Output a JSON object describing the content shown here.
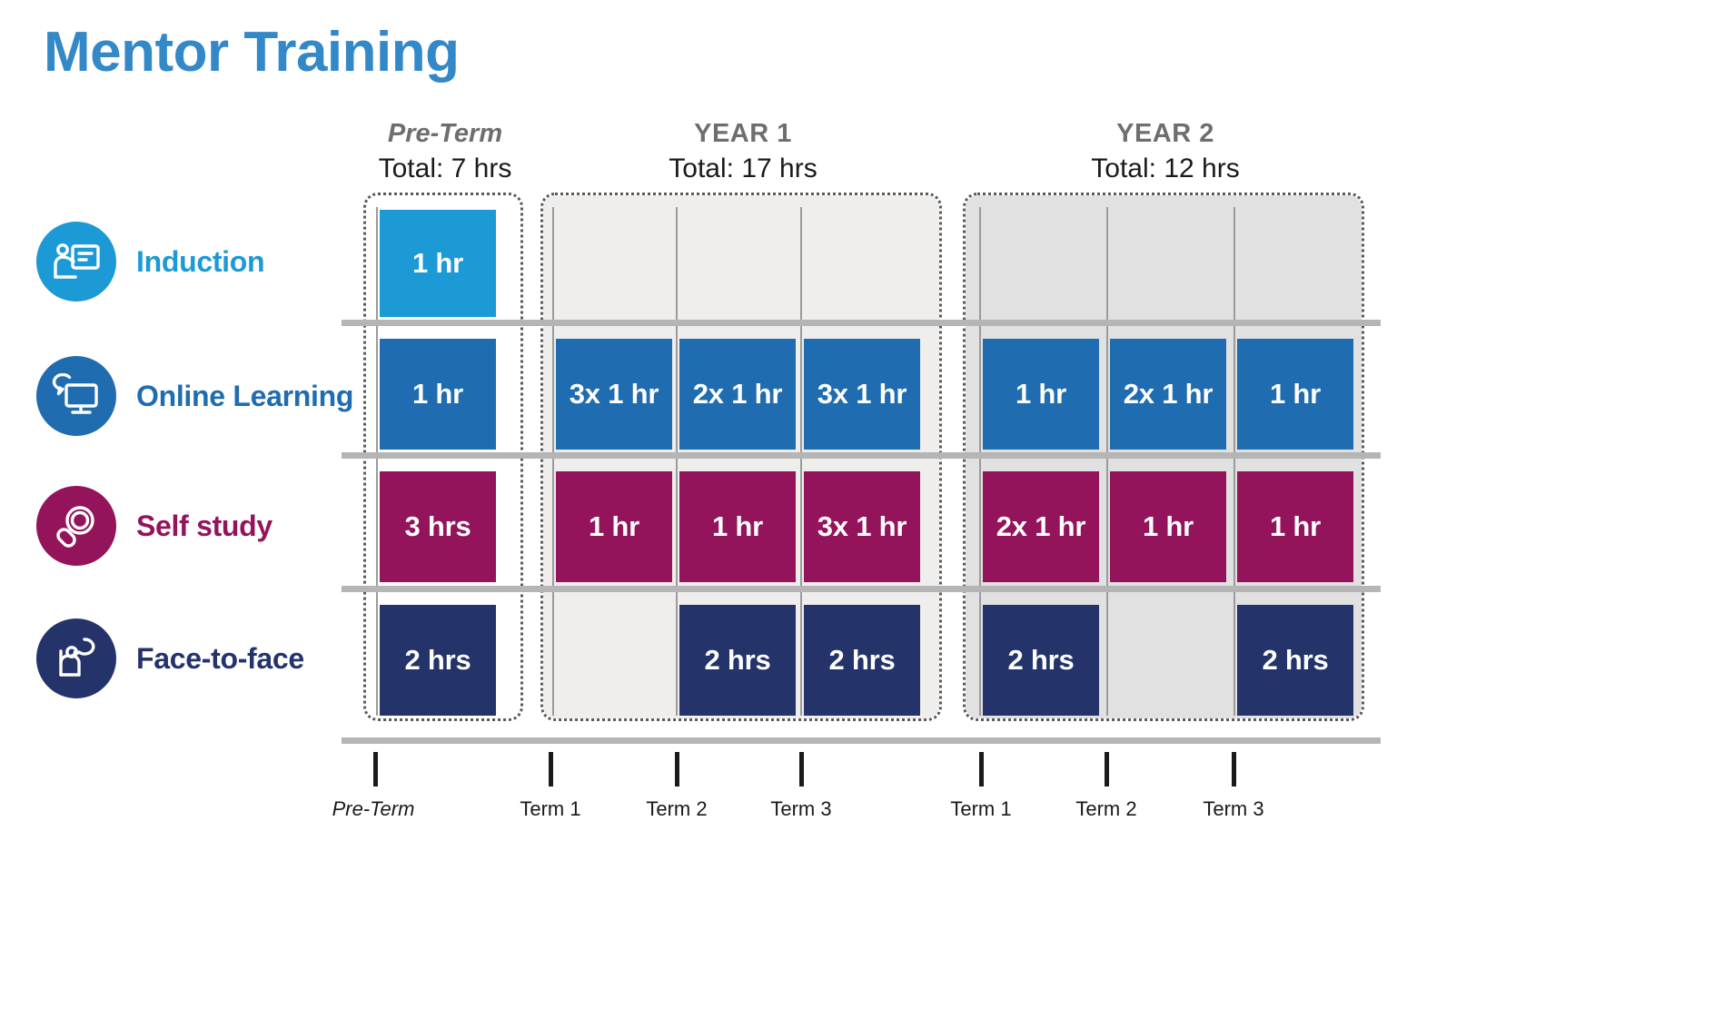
{
  "title": "Mentor Training",
  "colors": {
    "title": "#3388c8",
    "induction": "#1b9ad6",
    "online_learning": "#1f6cb0",
    "self_study": "#94145c",
    "face_to_face": "#24346b",
    "panel_light": "#efeeec",
    "panel_dark": "#e2e1e1",
    "rule": "#b5b5b5",
    "dotted_border": "#5a5a5a",
    "header_grey": "#6e6e6e"
  },
  "periods": [
    {
      "name": "Pre-Term",
      "total": "Total: 7 hrs",
      "italic": true
    },
    {
      "name": "YEAR 1",
      "total": "Total: 17 hrs",
      "italic": false
    },
    {
      "name": "YEAR 2",
      "total": "Total: 12 hrs",
      "italic": false
    }
  ],
  "categories": [
    {
      "label": "Induction",
      "icon": "presenter-board-icon",
      "color": "#1b9ad6"
    },
    {
      "label": "Online Learning",
      "icon": "monitor-speech-bubble-icon",
      "color": "#1f6cb0"
    },
    {
      "label": "Self study",
      "icon": "magnifying-glass-icon",
      "color": "#94145c"
    },
    {
      "label": "Face-to-face",
      "icon": "person-speech-bubble-icon",
      "color": "#24346b"
    }
  ],
  "axis": {
    "ticks": [
      {
        "label": "Pre-Term",
        "italic": true
      },
      {
        "label": "Term 1",
        "italic": false
      },
      {
        "label": "Term 2",
        "italic": false
      },
      {
        "label": "Term 3",
        "italic": false
      },
      {
        "label": "Term 1",
        "italic": false
      },
      {
        "label": "Term 2",
        "italic": false
      },
      {
        "label": "Term 3",
        "italic": false
      }
    ]
  },
  "chart_data": {
    "type": "table",
    "title": "Mentor Training",
    "xlabel": "",
    "ylabel": "",
    "grid": true,
    "legend_position": "left",
    "columns": [
      "Pre-Term",
      "Year 1 Term 1",
      "Year 1 Term 2",
      "Year 1 Term 3",
      "Year 2 Term 1",
      "Year 2 Term 2",
      "Year 2 Term 3"
    ],
    "column_groups": [
      {
        "name": "Pre-Term",
        "total_hours": 7,
        "total_label": "Total: 7 hrs",
        "columns": [
          "Pre-Term"
        ]
      },
      {
        "name": "YEAR 1",
        "total_hours": 17,
        "total_label": "Total: 17 hrs",
        "columns": [
          "Term 1",
          "Term 2",
          "Term 3"
        ]
      },
      {
        "name": "YEAR 2",
        "total_hours": 12,
        "total_label": "Total: 12 hrs",
        "columns": [
          "Term 1",
          "Term 2",
          "Term 3"
        ]
      }
    ],
    "series": [
      {
        "name": "Induction",
        "color": "#1b9ad6",
        "cells": [
          {
            "label": "1 hr",
            "hours": 1
          },
          {
            "label": "",
            "hours": 0
          },
          {
            "label": "",
            "hours": 0
          },
          {
            "label": "",
            "hours": 0
          },
          {
            "label": "",
            "hours": 0
          },
          {
            "label": "",
            "hours": 0
          },
          {
            "label": "",
            "hours": 0
          }
        ]
      },
      {
        "name": "Online Learning",
        "color": "#1f6cb0",
        "cells": [
          {
            "label": "1 hr",
            "hours": 1
          },
          {
            "label": "3x 1 hr",
            "hours": 3
          },
          {
            "label": "2x 1 hr",
            "hours": 2
          },
          {
            "label": "3x 1 hr",
            "hours": 3
          },
          {
            "label": "1 hr",
            "hours": 1
          },
          {
            "label": "2x 1 hr",
            "hours": 2
          },
          {
            "label": "1 hr",
            "hours": 1
          }
        ]
      },
      {
        "name": "Self study",
        "color": "#94145c",
        "cells": [
          {
            "label": "3 hrs",
            "hours": 3
          },
          {
            "label": "1 hr",
            "hours": 1
          },
          {
            "label": "1 hr",
            "hours": 1
          },
          {
            "label": "3x 1 hr",
            "hours": 3
          },
          {
            "label": "2x 1 hr",
            "hours": 2
          },
          {
            "label": "1 hr",
            "hours": 1
          },
          {
            "label": "1 hr",
            "hours": 1
          }
        ]
      },
      {
        "name": "Face-to-face",
        "color": "#24346b",
        "cells": [
          {
            "label": "2 hrs",
            "hours": 2
          },
          {
            "label": "",
            "hours": 0
          },
          {
            "label": "2 hrs",
            "hours": 2
          },
          {
            "label": "2 hrs",
            "hours": 2
          },
          {
            "label": "2 hrs",
            "hours": 2
          },
          {
            "label": "",
            "hours": 0
          },
          {
            "label": "2 hrs",
            "hours": 2
          }
        ]
      }
    ]
  }
}
